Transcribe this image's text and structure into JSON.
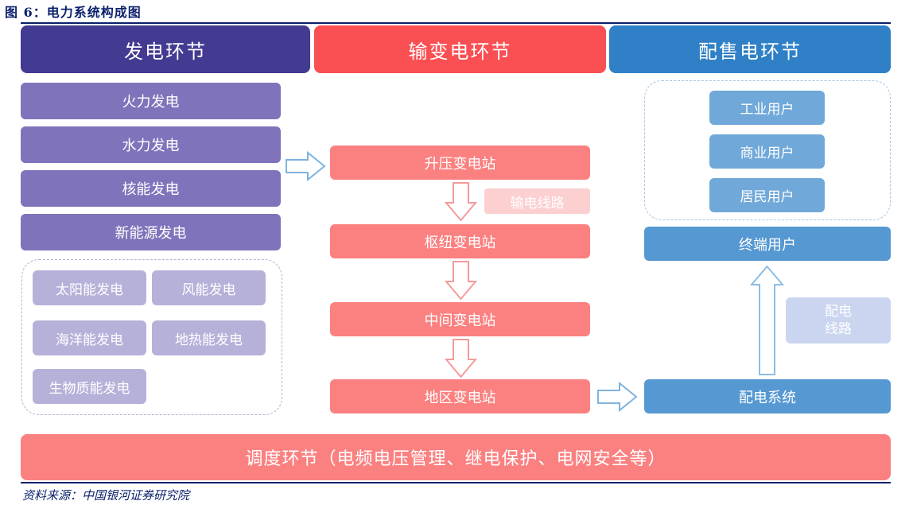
{
  "figure_title": "图 6：电力系统构成图",
  "headers": {
    "generation": "发电环节",
    "transmission": "输变电环节",
    "distribution": "配售电环节"
  },
  "generation": {
    "items": [
      "火力发电",
      "水力发电",
      "核能发电",
      "新能源发电"
    ],
    "new_energy": [
      "太阳能发电",
      "风能发电",
      "海洋能发电",
      "地热能发电",
      "生物质能发电"
    ]
  },
  "transmission": {
    "substations": [
      "升压变电站",
      "枢纽变电站",
      "中间变电站",
      "地区变电站"
    ],
    "line_label": "输电线路"
  },
  "distribution": {
    "users": [
      "工业用户",
      "商业用户",
      "居民用户"
    ],
    "terminal": "终端用户",
    "line_label_1": "配电",
    "line_label_2": "线路",
    "system": "配电系统"
  },
  "dispatch": "调度环节（电频电压管理、继电保护、电网安全等）",
  "source": "资料来源：中国银河证券研究院",
  "colors": {
    "generation_header": "#433a91",
    "transmission_header": "#fa4f53",
    "distribution_header": "#2f80c6",
    "generation_box": "#7f74bb",
    "new_energy_box": "#b6b1d9",
    "substation_box": "#fb8080",
    "user_box": "#70a8d9",
    "distribution_box": "#5598d2",
    "dispatch_bar": "#fb8181"
  }
}
